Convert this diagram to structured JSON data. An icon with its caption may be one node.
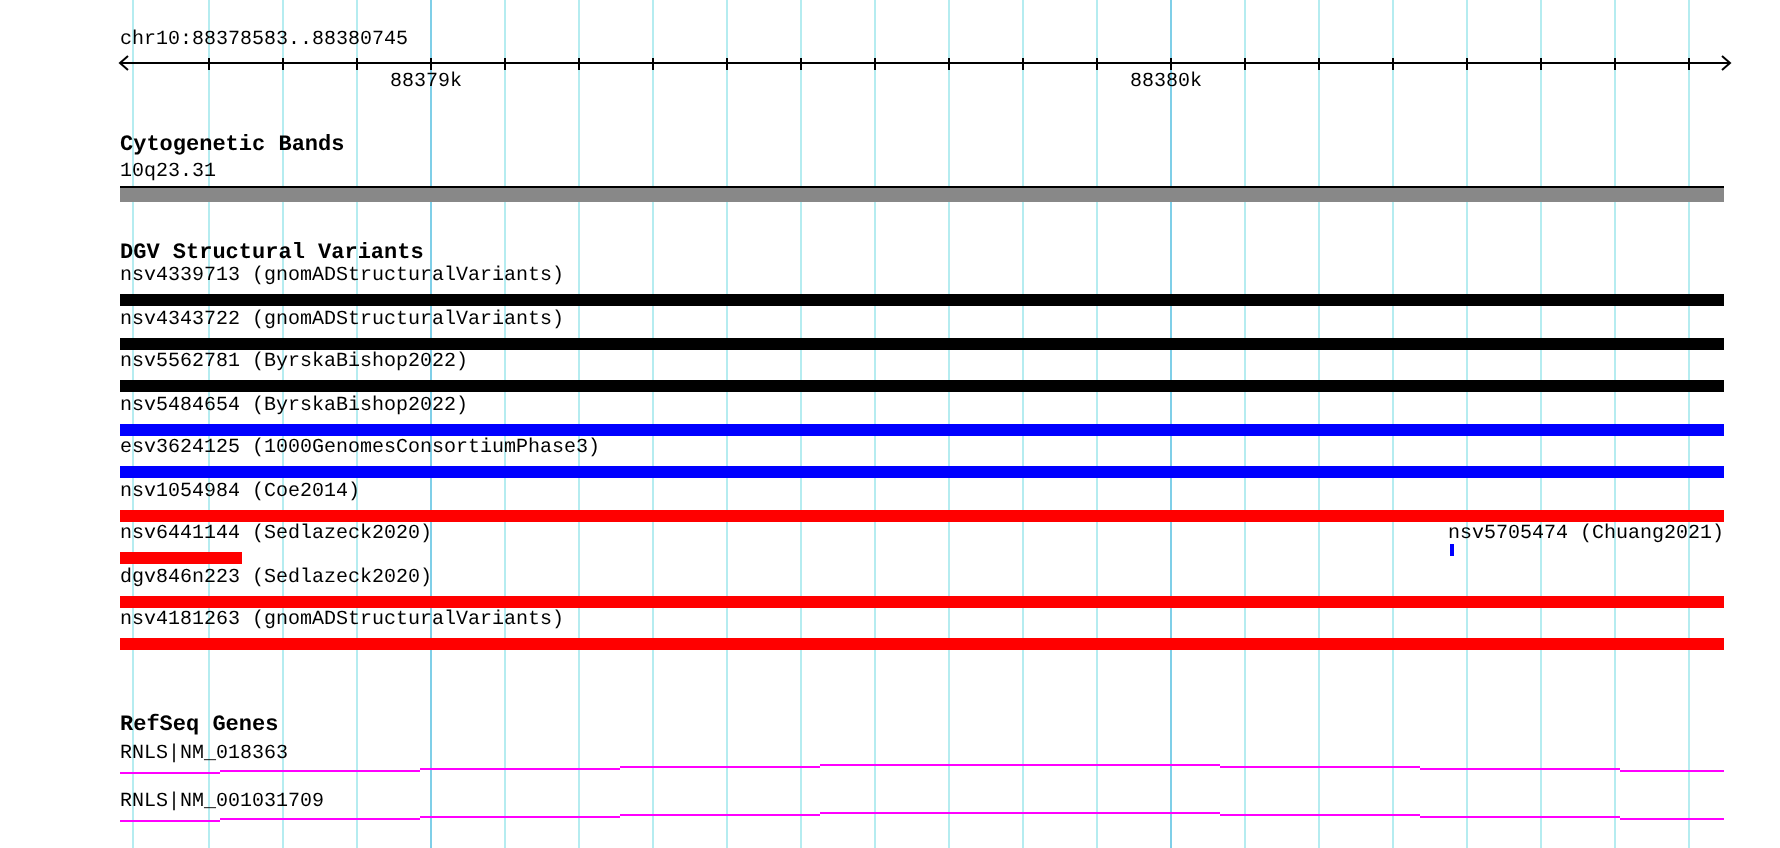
{
  "diagram": {
    "nodes": [
      {
        "text": [
          "Cytogenetic Bands"
        ]
      },
      {
        "text": [
          "10q23.31"
        ],
        "in": 0
      },
      {
        "text": [
          "DGV Structural Variants"
        ]
      },
      {
        "text": [
          "nsv4339713 (gnomADStructuralVariants)"
        ],
        "in": 2
      },
      {
        "text": [
          "nsv4343722 (gnomADStructuralVariants)"
        ],
        "in": 2
      },
      {
        "text": [
          "nsv5562781 (ByrskaBishop2022)"
        ],
        "in": 2
      },
      {
        "text": [
          "nsv5484654 (ByrskaBishop2022)"
        ],
        "in": 2
      },
      {
        "text": [
          "esv3624125 (1000GenomesConsortiumPhase3)"
        ],
        "in": 2
      },
      {
        "text": [
          "nsv1054984 (Coe2014)"
        ],
        "in": 2
      },
      {
        "text": [
          "nsv6441144 (Sedlazeck2020)"
        ],
        "in": 2
      },
      {
        "text": [
          "nsv5705474 (Chuang2021)"
        ],
        "in": 2
      },
      {
        "text": [
          "dgv846n223 (Sedlazeck2020)"
        ],
        "in": 2
      },
      {
        "text": [
          "nsv4181263 (gnomADStructuralVariants)"
        ],
        "in": 2
      },
      {
        "text": [
          "RefSeq Genes"
        ]
      },
      {
        "text": [
          "RNLS|NM_018363"
        ],
        "in": 13
      },
      {
        "text": [
          "RNLS|NM_001031709"
        ],
        "in": 13
      }
    ],
    "edges": [],
    "labels": [
      "chr10:88378583..88380745",
      "88379k",
      "88380k"
    ]
  }
}
